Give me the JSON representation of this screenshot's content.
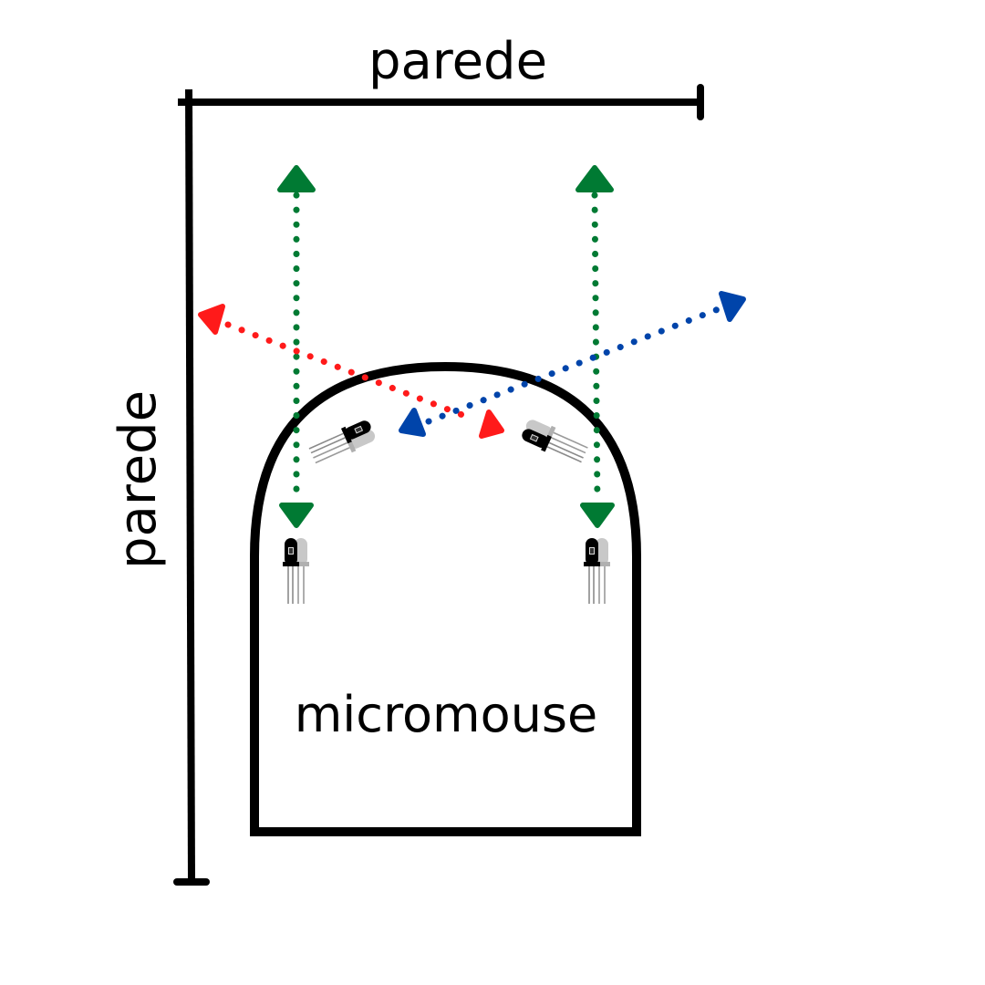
{
  "labels": {
    "top_wall": "parede",
    "left_wall": "parede",
    "body": "micromouse"
  },
  "colors": {
    "outline": "#000000",
    "front_sensor_beam": "#007a33",
    "left_diagonal_beam": "#ff1a1a",
    "right_diagonal_beam": "#0044aa"
  },
  "icons": [
    "ir-sensor-icon"
  ]
}
